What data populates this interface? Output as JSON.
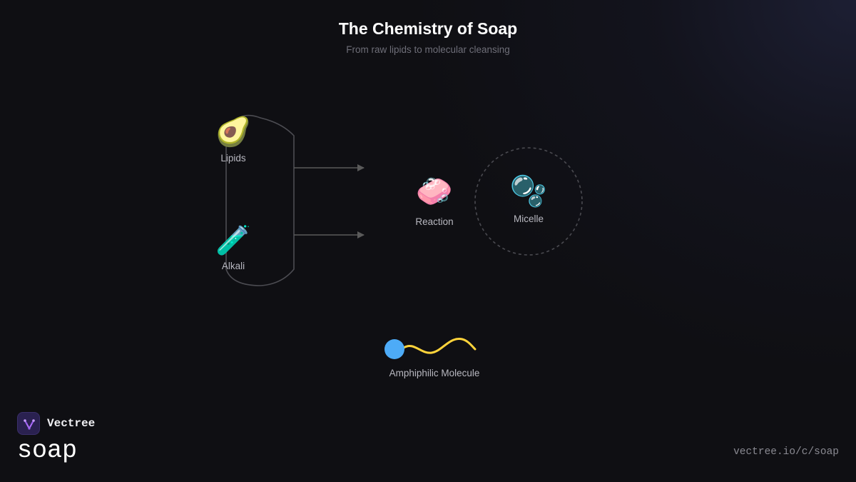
{
  "header": {
    "title": "The Chemistry of Soap",
    "subtitle": "From raw lipids to molecular cleansing"
  },
  "nodes": {
    "lipids": {
      "label": "Lipids",
      "icon": "avocado-icon",
      "glyph": "🥑"
    },
    "alkali": {
      "label": "Alkali",
      "icon": "test-tube-icon",
      "glyph": "🧪"
    },
    "reaction": {
      "label": "Reaction",
      "icon": "soap-icon",
      "glyph": "🧼"
    },
    "micelle": {
      "label": "Micelle",
      "icon": "bubbles-icon",
      "glyph": "🫧"
    },
    "molecule": {
      "label": "Amphiphilic Molecule",
      "icon": "amphiphilic-molecule-icon"
    }
  },
  "colors": {
    "background": "#0f0f13",
    "head": "#4dabf7",
    "tail": "#ffd43b",
    "connector": "#555555",
    "logo": "#2a2150"
  },
  "branding": {
    "name": "Vectree",
    "topic": "soap",
    "url": "vectree.io/c/soap"
  }
}
